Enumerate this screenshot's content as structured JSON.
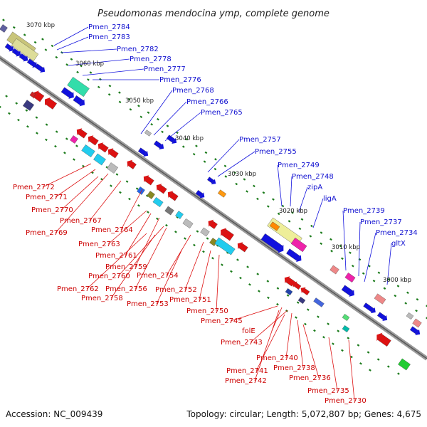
{
  "title": "Pseudomonas mendocina ymp, complete genome",
  "footer": {
    "accession": "Accession: NC_009439",
    "summary": "Topology: circular; Length: 5,072,807 bp; Genes: 4,675"
  },
  "colors": {
    "forward": "#1111dd",
    "reverse": "#dd1111",
    "label_blue": "#1010d0",
    "label_red": "#cc0000",
    "backbone": "#888888",
    "tick": "#1a7a1a"
  },
  "kbp_ticks": [
    {
      "label": "3070 kbp"
    },
    {
      "label": "3060 kbp"
    },
    {
      "label": "3050 kbp"
    },
    {
      "label": "3040 kbp"
    },
    {
      "label": "3030 kbp"
    },
    {
      "label": "3020 kbp"
    },
    {
      "label": "3010 kbp"
    },
    {
      "label": "3000 kbp"
    }
  ],
  "forward_labels": [
    {
      "text": "Pmen_2784"
    },
    {
      "text": "Pmen_2783"
    },
    {
      "text": "Pmen_2782"
    },
    {
      "text": "Pmen_2778"
    },
    {
      "text": "Pmen_2777"
    },
    {
      "text": "Pmen_2776"
    },
    {
      "text": "Pmen_2768"
    },
    {
      "text": "Pmen_2766"
    },
    {
      "text": "Pmen_2765"
    },
    {
      "text": "Pmen_2757"
    },
    {
      "text": "Pmen_2755"
    },
    {
      "text": "Pmen_2749"
    },
    {
      "text": "Pmen_2748"
    },
    {
      "text": "zipA"
    },
    {
      "text": "ligA"
    },
    {
      "text": "Pmen_2739"
    },
    {
      "text": "Pmen_2737"
    },
    {
      "text": "Pmen_2734"
    },
    {
      "text": "gltX"
    }
  ],
  "reverse_labels": [
    {
      "text": "Pmen_2772"
    },
    {
      "text": "Pmen_2771"
    },
    {
      "text": "Pmen_2770"
    },
    {
      "text": "Pmen_2767"
    },
    {
      "text": "Pmen_2769"
    },
    {
      "text": "Pmen_2764"
    },
    {
      "text": "Pmen_2763"
    },
    {
      "text": "Pmen_2761"
    },
    {
      "text": "Pmen_2759"
    },
    {
      "text": "Pmen_2760"
    },
    {
      "text": "Pmen_2754"
    },
    {
      "text": "Pmen_2762"
    },
    {
      "text": "Pmen_2756"
    },
    {
      "text": "Pmen_2758"
    },
    {
      "text": "Pmen_2752"
    },
    {
      "text": "Pmen_2753"
    },
    {
      "text": "Pmen_2751"
    },
    {
      "text": "Pmen_2750"
    },
    {
      "text": "Pmen_2745"
    },
    {
      "text": "folE"
    },
    {
      "text": "Pmen_2743"
    },
    {
      "text": "Pmen_2740"
    },
    {
      "text": "Pmen_2741"
    },
    {
      "text": "Pmen_2738"
    },
    {
      "text": "Pmen_2742"
    },
    {
      "text": "Pmen_2736"
    },
    {
      "text": "Pmen_2735"
    },
    {
      "text": "Pmen_2730"
    }
  ]
}
